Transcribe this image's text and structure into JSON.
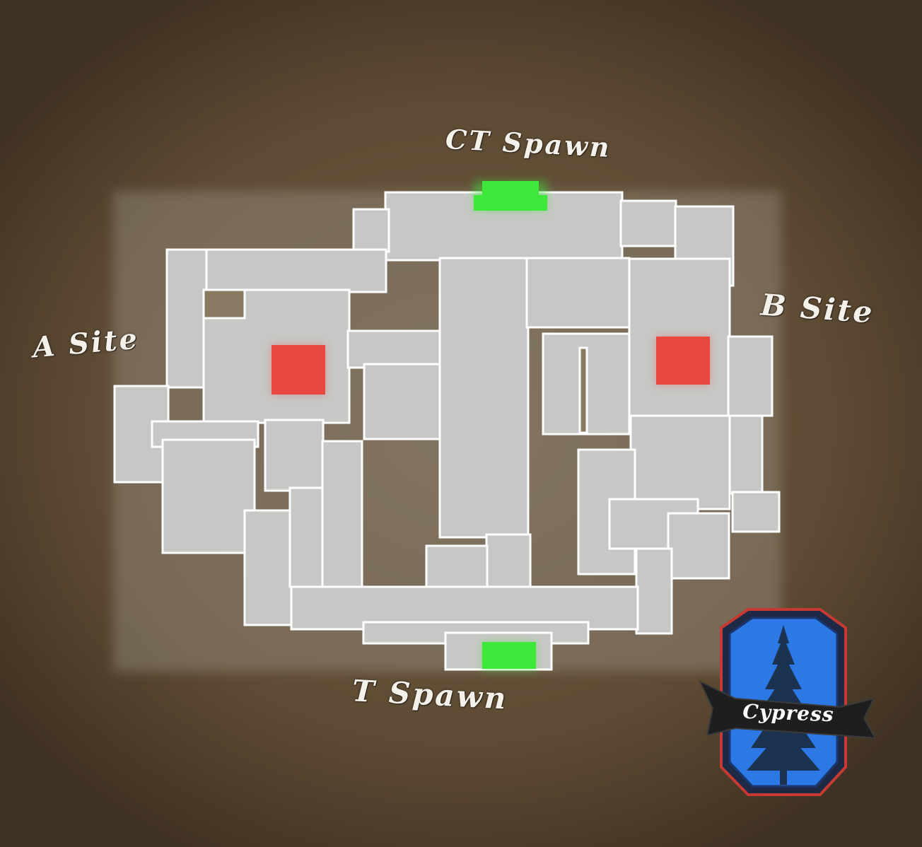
{
  "map": {
    "labels": {
      "ct_spawn": "CT Spawn",
      "t_spawn": "T Spawn",
      "a_site": "A Site",
      "b_site": "B Site"
    },
    "badge": {
      "name": "Cypress",
      "icon": "pine-tree-icon"
    },
    "colors": {
      "background": "#5e4b33",
      "floor": "#c7c7c5",
      "walls": "#ffffff",
      "bombsite_marker": "#e8483f",
      "spawn_marker": "#3ee83b",
      "badge_blue": "#2c79e6",
      "badge_border": "#c63a33"
    }
  }
}
